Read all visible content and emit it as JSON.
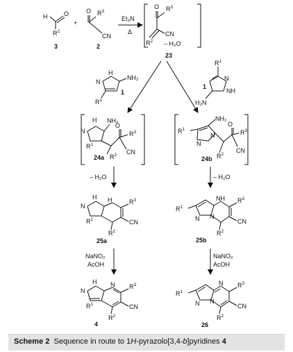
{
  "labels": {
    "c3": "3",
    "c2": "2",
    "c23": "23",
    "c1a": "1",
    "c1b": "1",
    "c24a": "24a",
    "c24b": "24b",
    "c25a": "25a",
    "c25b": "25b",
    "c4": "4",
    "c26": "26",
    "h": "H",
    "o": "O",
    "r1": "R",
    "r2": "R",
    "r3": "R",
    "sup1": "1",
    "sup2": "2",
    "sup3": "3",
    "cn": "CN",
    "n": "N",
    "nh": "NH",
    "h2n": "H₂N",
    "nh2": "NH₂",
    "plus": "+",
    "et3n": "Et₃N",
    "delta": "Δ",
    "minus_h2o": "– H₂O",
    "nano2": "NaNO₂",
    "acoh": "AcOH"
  },
  "caption": {
    "scheme_label": "Scheme 2",
    "text_before": "Sequence in route to 1",
    "italic_h": "H",
    "text_middle": "-pyrazolo[3,4-",
    "italic_b": "b",
    "text_after": "]pyridines",
    "compound": "4"
  }
}
